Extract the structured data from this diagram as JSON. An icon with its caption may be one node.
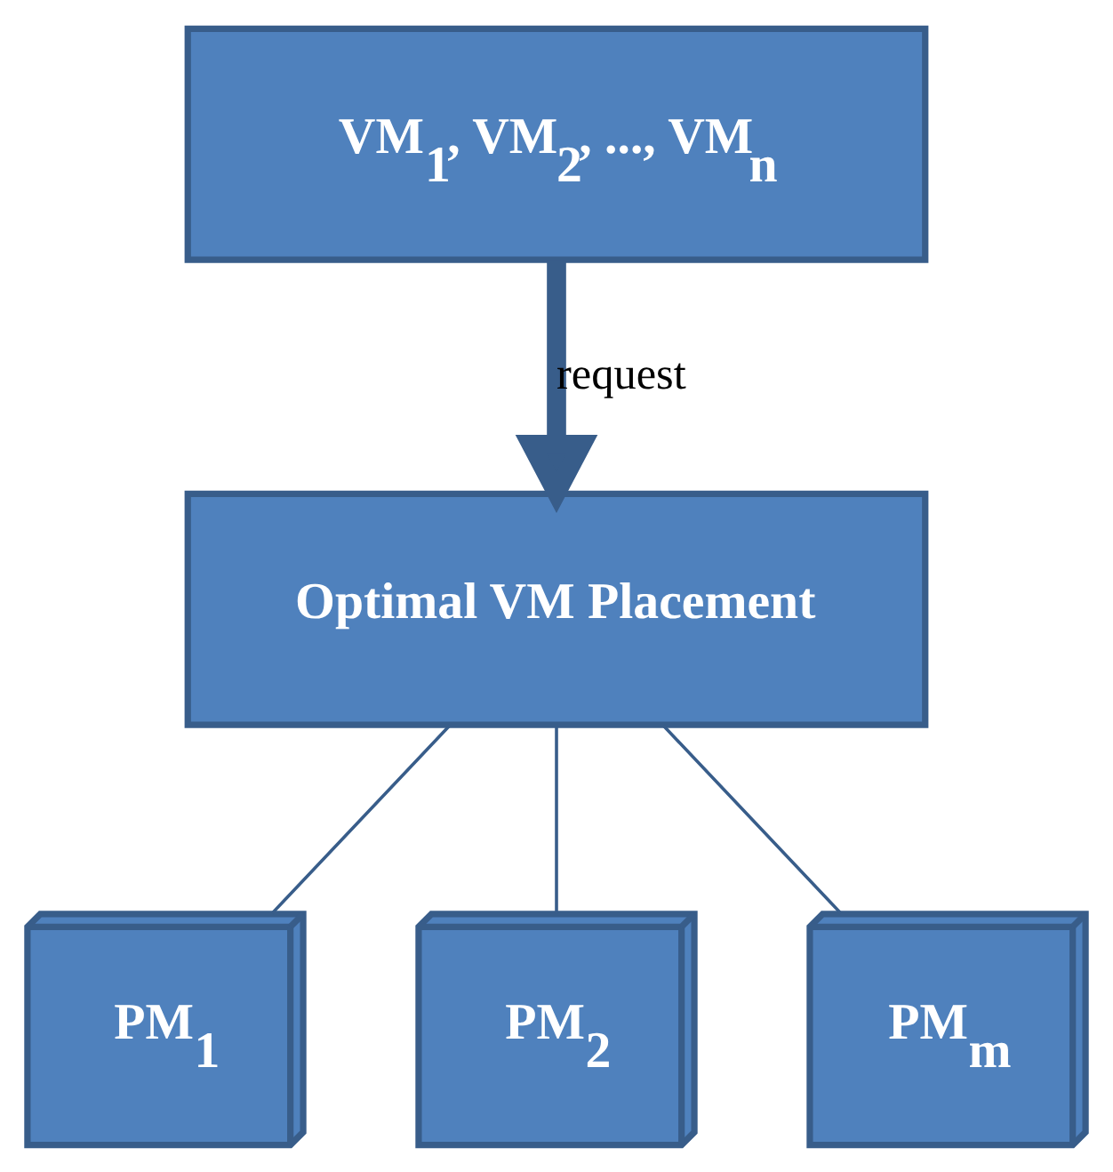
{
  "diagram": {
    "nodes": [
      {
        "text": [
          "VM$_{1}$, VM$_{2}$, ..., VM$_{n}$"
        ]
      },
      {
        "text": [
          "Optimal VM Placement"
        ]
      },
      {
        "text": [
          "PM$_{1}$"
        ]
      },
      {
        "text": [
          "PM$_{2}$"
        ]
      },
      {
        "text": [
          "PM$_{m}$"
        ]
      }
    ],
    "edges": [
      {
        "from": 0,
        "to": 1,
        "arrow": "to",
        "label": "request",
        "style": "thick"
      },
      {
        "from": 1,
        "to": 2,
        "arrow": "none"
      },
      {
        "from": 1,
        "to": 3,
        "arrow": "none"
      },
      {
        "from": 1,
        "to": 4,
        "arrow": "none"
      }
    ]
  }
}
